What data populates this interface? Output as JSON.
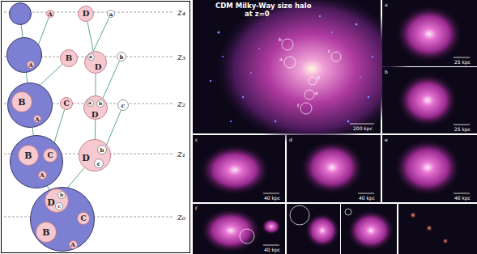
{
  "diagram": {
    "nodes": [
      {
        "text": []
      },
      {
        "text": [
          "A"
        ]
      },
      {
        "text": [
          "D"
        ]
      },
      {
        "text": [
          "a"
        ]
      },
      {
        "text": []
      },
      {
        "text": [
          "A"
        ],
        "in": 4
      },
      {
        "text": [
          "B"
        ]
      },
      {
        "text": [
          "D"
        ]
      },
      {
        "text": [
          "a"
        ],
        "in": 7
      },
      {
        "text": [
          "b"
        ]
      },
      {
        "text": []
      },
      {
        "text": [
          "B"
        ],
        "in": 10
      },
      {
        "text": [
          "A"
        ],
        "in": 10
      },
      {
        "text": [
          "C"
        ]
      },
      {
        "text": [
          "D"
        ]
      },
      {
        "text": [
          "a"
        ],
        "in": 14
      },
      {
        "text": [
          "b"
        ],
        "in": 14
      },
      {
        "text": [
          "c"
        ]
      },
      {
        "text": []
      },
      {
        "text": [
          "B"
        ],
        "in": 18
      },
      {
        "text": [
          "C"
        ],
        "in": 18
      },
      {
        "text": [
          "A"
        ],
        "in": 18
      },
      {
        "text": [
          "D"
        ]
      },
      {
        "text": [
          "b"
        ],
        "in": 22
      },
      {
        "text": [
          "c"
        ],
        "in": 22
      },
      {
        "text": []
      },
      {
        "text": [
          "D"
        ],
        "in": 25
      },
      {
        "text": [
          "b"
        ],
        "in": 26
      },
      {
        "text": [
          "c"
        ],
        "in": 26
      },
      {
        "text": [
          "C"
        ],
        "in": 25
      },
      {
        "text": [
          "B"
        ],
        "in": 25
      },
      {
        "text": [
          "A"
        ],
        "in": 25
      }
    ],
    "edges": [
      {
        "from": 0,
        "to": 4,
        "arrow": "none"
      },
      {
        "from": 1,
        "to": 5,
        "arrow": "none"
      },
      {
        "from": 2,
        "to": 7,
        "arrow": "none"
      },
      {
        "from": 3,
        "to": 8,
        "arrow": "none"
      },
      {
        "from": 4,
        "to": 10,
        "arrow": "none"
      },
      {
        "from": 6,
        "to": 11,
        "arrow": "none"
      },
      {
        "from": 7,
        "to": 14,
        "arrow": "none"
      },
      {
        "from": 9,
        "to": 16,
        "arrow": "none"
      },
      {
        "from": 10,
        "to": 18,
        "arrow": "none"
      },
      {
        "from": 13,
        "to": 20,
        "arrow": "none"
      },
      {
        "from": 14,
        "to": 22,
        "arrow": "none"
      },
      {
        "from": 17,
        "to": 24,
        "arrow": "none"
      },
      {
        "from": 18,
        "to": 25,
        "arrow": "none"
      },
      {
        "from": 22,
        "to": 26,
        "arrow": "none"
      }
    ],
    "labels": [
      "z₄",
      "z₃",
      "z₂",
      "z₁",
      "z₀",
      "CDM Milky-Way size halo",
      "at z=0",
      "200 kpc",
      "a",
      "25 kpc",
      "b",
      "25 kpc",
      "c",
      "40 kpc",
      "d",
      "40 kpc",
      "e",
      "40 kpc",
      "f",
      "40 kpc",
      "a",
      "b",
      "c",
      "d",
      "e",
      "f"
    ]
  }
}
